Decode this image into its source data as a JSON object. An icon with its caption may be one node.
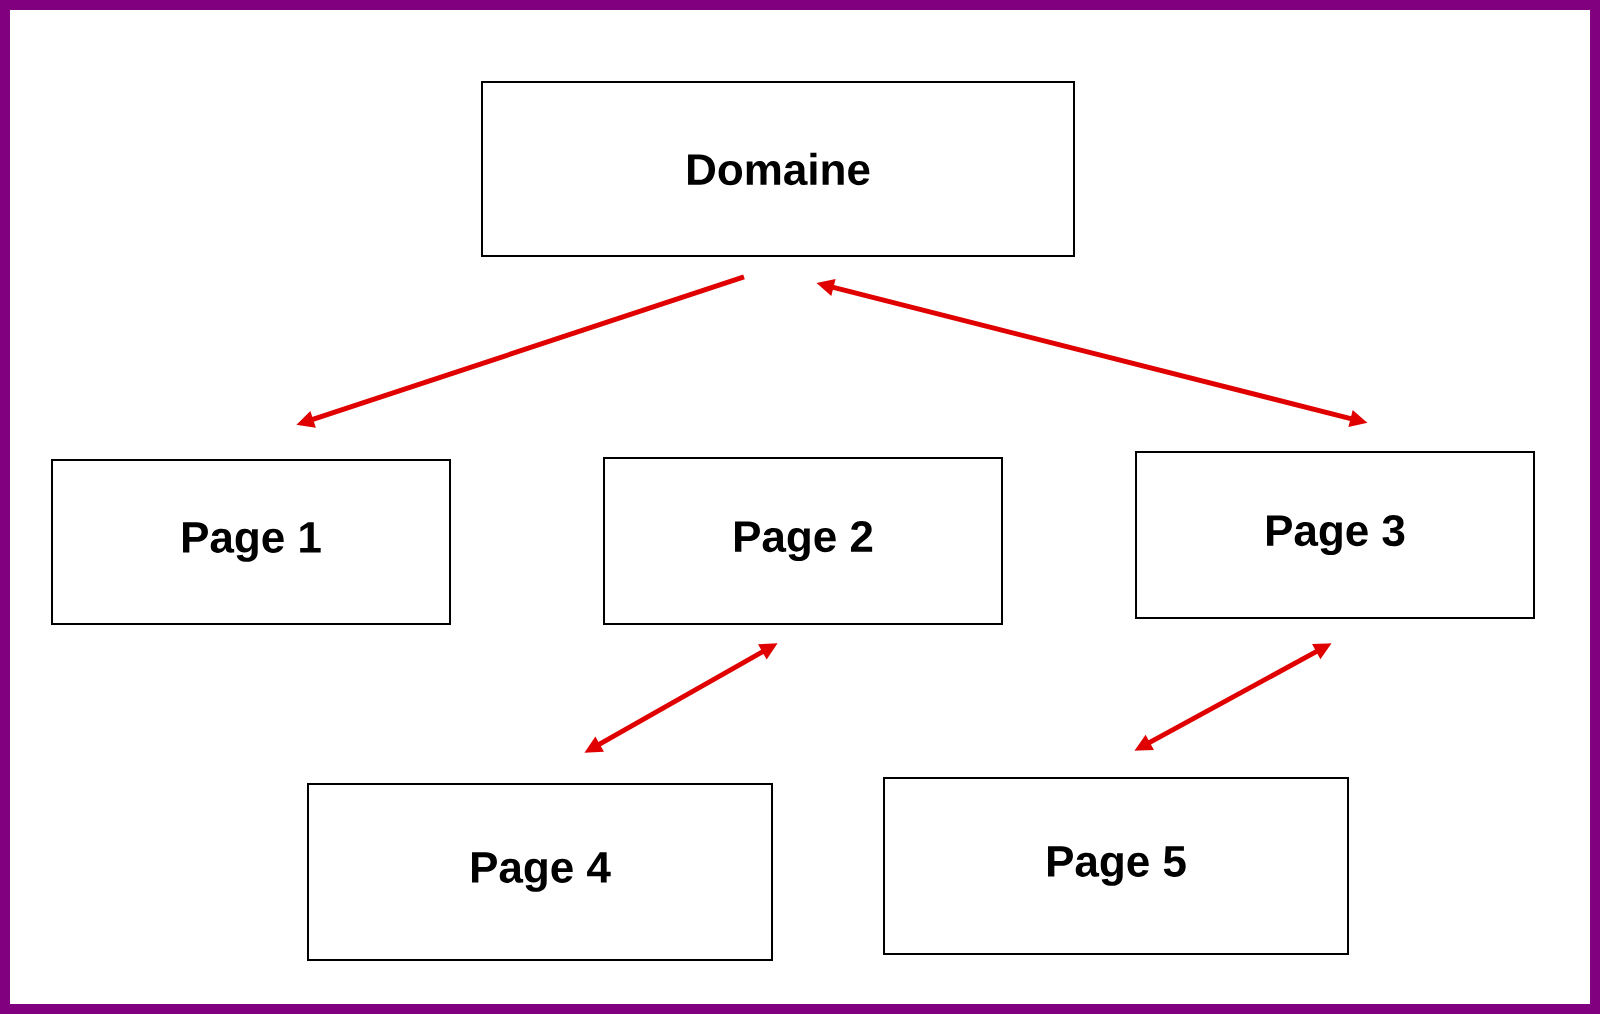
{
  "diagram": {
    "nodes": [
      {
        "text": [
          "Domaine"
        ]
      },
      {
        "text": [
          "Page 1"
        ]
      },
      {
        "text": [
          "Page 2"
        ]
      },
      {
        "text": [
          "Page 3"
        ]
      },
      {
        "text": [
          "Page 4"
        ]
      },
      {
        "text": [
          "Page 5"
        ]
      }
    ],
    "edges": [
      {
        "from": 0,
        "to": 1,
        "arrow": "to",
        "color": "#e00000"
      },
      {
        "from": 0,
        "to": 3,
        "arrow": "both",
        "color": "#e00000"
      },
      {
        "from": 2,
        "to": 4,
        "arrow": "both",
        "color": "#e00000"
      },
      {
        "from": 3,
        "to": 5,
        "arrow": "both",
        "color": "#e00000"
      }
    ]
  }
}
